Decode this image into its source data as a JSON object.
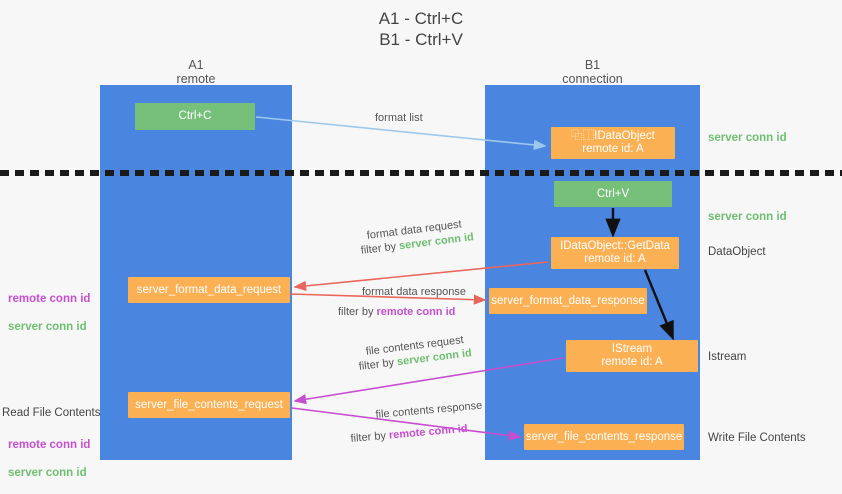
{
  "title": "A1 - Ctrl+C\nB1 - Ctrl+V",
  "lanes": {
    "a": {
      "header": "A1\nremote"
    },
    "b": {
      "header": "B1\nconnection"
    }
  },
  "boxes": {
    "ctrl_c": "Ctrl+C",
    "idataobject": "⿻⿰IDataObject\nremote id: A",
    "ctrl_v": "Ctrl+V",
    "getdata": "IDataObject::GetData\nremote id: A",
    "server_format_data_request": "server_format_data_request",
    "server_format_data_response": "server_format_data_response",
    "istream": "IStream\nremote id: A",
    "server_file_contents_request": "server_file_contents_request",
    "server_file_contents_response": "server_file_contents_response"
  },
  "side_labels": {
    "server_conn_id_top": "server conn id",
    "server_conn_id_mid": "server conn id",
    "dataobject": "DataObject",
    "istream": "Istream",
    "write_file_contents": "Write File Contents"
  },
  "left_labels": {
    "group1": {
      "remote": "remote conn id",
      "server": "server conn id"
    },
    "read_file_contents": "Read File Contents",
    "group2": {
      "remote": "remote conn id",
      "server": "server conn id"
    }
  },
  "edge_labels": {
    "format_list": "format list",
    "format_data_request": "format data request",
    "format_data_request_filter_prefix": "filter by ",
    "format_data_request_filter_key": "server conn id",
    "format_data_response": "format data response",
    "format_data_response_filter_prefix": "filter by ",
    "format_data_response_filter_key": "remote conn id",
    "file_contents_request": "file contents request",
    "file_contents_request_filter_prefix": "filter by ",
    "file_contents_request_filter_key": "server conn id",
    "file_contents_response": "file contents response",
    "file_contents_response_filter_prefix": "filter by ",
    "file_contents_response_filter_key": "remote conn id"
  },
  "colors": {
    "lane": "#4a86e0",
    "green_box": "#76c07a",
    "orange_box": "#fbb054",
    "server_conn": "#6fbf73",
    "remote_conn": "#c64fd0",
    "arrow_blue": "#9dc9ec",
    "arrow_red": "#e8665a",
    "arrow_magenta": "#c64fd0",
    "arrow_black": "#111111",
    "background": "#f7f7f7"
  }
}
